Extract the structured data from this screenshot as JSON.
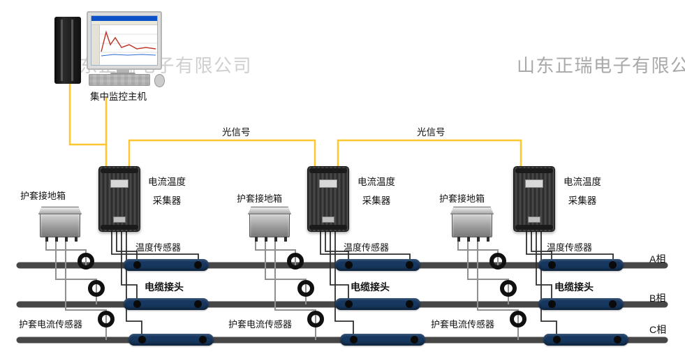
{
  "colors": {
    "optical": "#ffc62e",
    "cable": "#474747",
    "joint_navy": "#16375f",
    "watermark_left": "#c4c4c4",
    "watermark_right": "#a9a9a9"
  },
  "watermarks": {
    "left": "山东正瑞电子有限公司",
    "right": "山东正瑞电子有限公司"
  },
  "host": {
    "label": "集中监控主机"
  },
  "optical_links": [
    {
      "label": "光信号"
    },
    {
      "label": "光信号"
    }
  ],
  "collectors": [
    {
      "line1": "电流温度",
      "line2": "采集器"
    },
    {
      "line1": "电流温度",
      "line2": "采集器"
    },
    {
      "line1": "电流温度",
      "line2": "采集器"
    }
  ],
  "ground_boxes": [
    {
      "label": "护套接地箱"
    },
    {
      "label": "护套接地箱"
    },
    {
      "label": "护套接地箱"
    }
  ],
  "temperature_sensors": [
    {
      "label": "温度传感器"
    },
    {
      "label": "温度传感器"
    },
    {
      "label": "温度传感器"
    }
  ],
  "cable_joints": [
    {
      "label": "电缆接头"
    },
    {
      "label": "电缆接头"
    },
    {
      "label": "电缆接头"
    }
  ],
  "sheath_sensors": [
    {
      "label": "护套电流传感器"
    },
    {
      "label": "护套电流传感器"
    },
    {
      "label": "护套电流传感器"
    }
  ],
  "phases": [
    {
      "label": "A相"
    },
    {
      "label": "B相"
    },
    {
      "label": "C相"
    }
  ]
}
